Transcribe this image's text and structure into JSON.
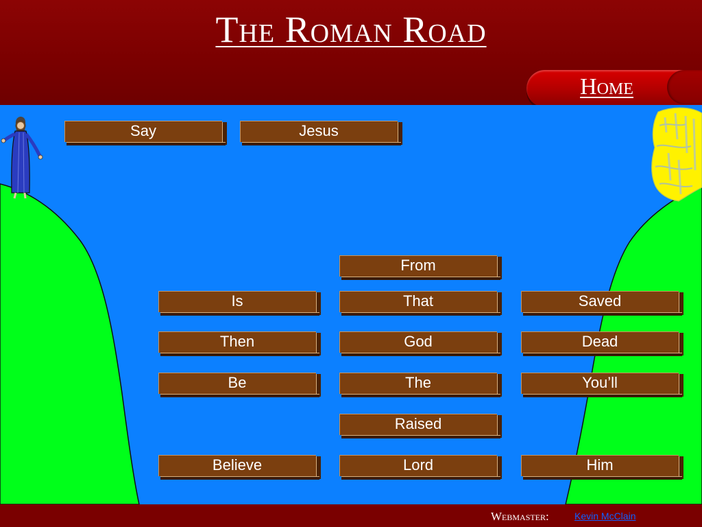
{
  "header": {
    "title": "The Roman Road",
    "home_label": "Home"
  },
  "planks": [
    {
      "word": "Say"
    },
    {
      "word": "Jesus"
    },
    {
      "word": "From"
    },
    {
      "word": "Is"
    },
    {
      "word": "That"
    },
    {
      "word": "Saved"
    },
    {
      "word": "Then"
    },
    {
      "word": "God"
    },
    {
      "word": "Dead"
    },
    {
      "word": "Be"
    },
    {
      "word": "The"
    },
    {
      "word": "You’ll"
    },
    {
      "word": "Raised"
    },
    {
      "word": "Believe"
    },
    {
      "word": "Lord"
    },
    {
      "word": "Him"
    }
  ],
  "footer": {
    "webmaster_label": "Webmaster:",
    "webmaster_name": "Kevin McClain"
  },
  "colors": {
    "header_red": "#7a0000",
    "river_blue": "#0c80ff",
    "hill_green": "#00ff1a",
    "plank_brown": "#7b3f0f",
    "tree_yellow": "#fff200"
  },
  "icons": {
    "jesus_figure": "jesus-figure-icon",
    "tree": "tree-icon"
  }
}
